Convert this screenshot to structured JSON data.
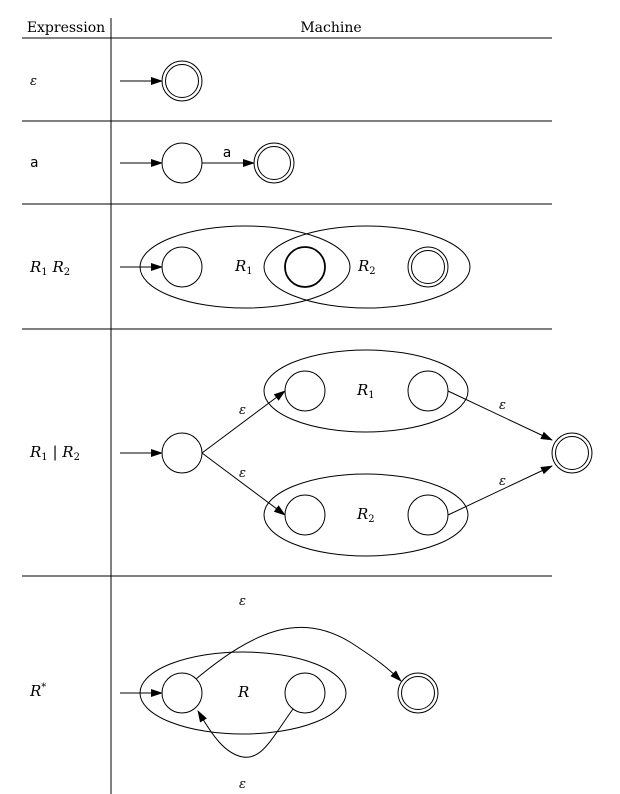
{
  "header": {
    "expression": "Expression",
    "machine": "Machine"
  },
  "rows": [
    {
      "expression": "ε",
      "style": "eps"
    },
    {
      "expression": "a",
      "style": "mono",
      "transition_label": "a"
    },
    {
      "expression_parts": [
        "R",
        "1",
        " R",
        "2"
      ],
      "region_labels": [
        [
          "R",
          "1"
        ],
        [
          "R",
          "2"
        ]
      ]
    },
    {
      "expression_parts": [
        "R",
        "1",
        " | R",
        "2"
      ],
      "region_labels": [
        [
          "R",
          "1"
        ],
        [
          "R",
          "2"
        ]
      ],
      "edge_labels": [
        "ε",
        "ε",
        "ε",
        "ε"
      ]
    },
    {
      "expression_parts": [
        "R",
        "*"
      ],
      "region_label": "R",
      "edge_labels": [
        "ε",
        "ε"
      ]
    }
  ],
  "colors": {
    "ink": "#000000",
    "background": "#ffffff"
  }
}
